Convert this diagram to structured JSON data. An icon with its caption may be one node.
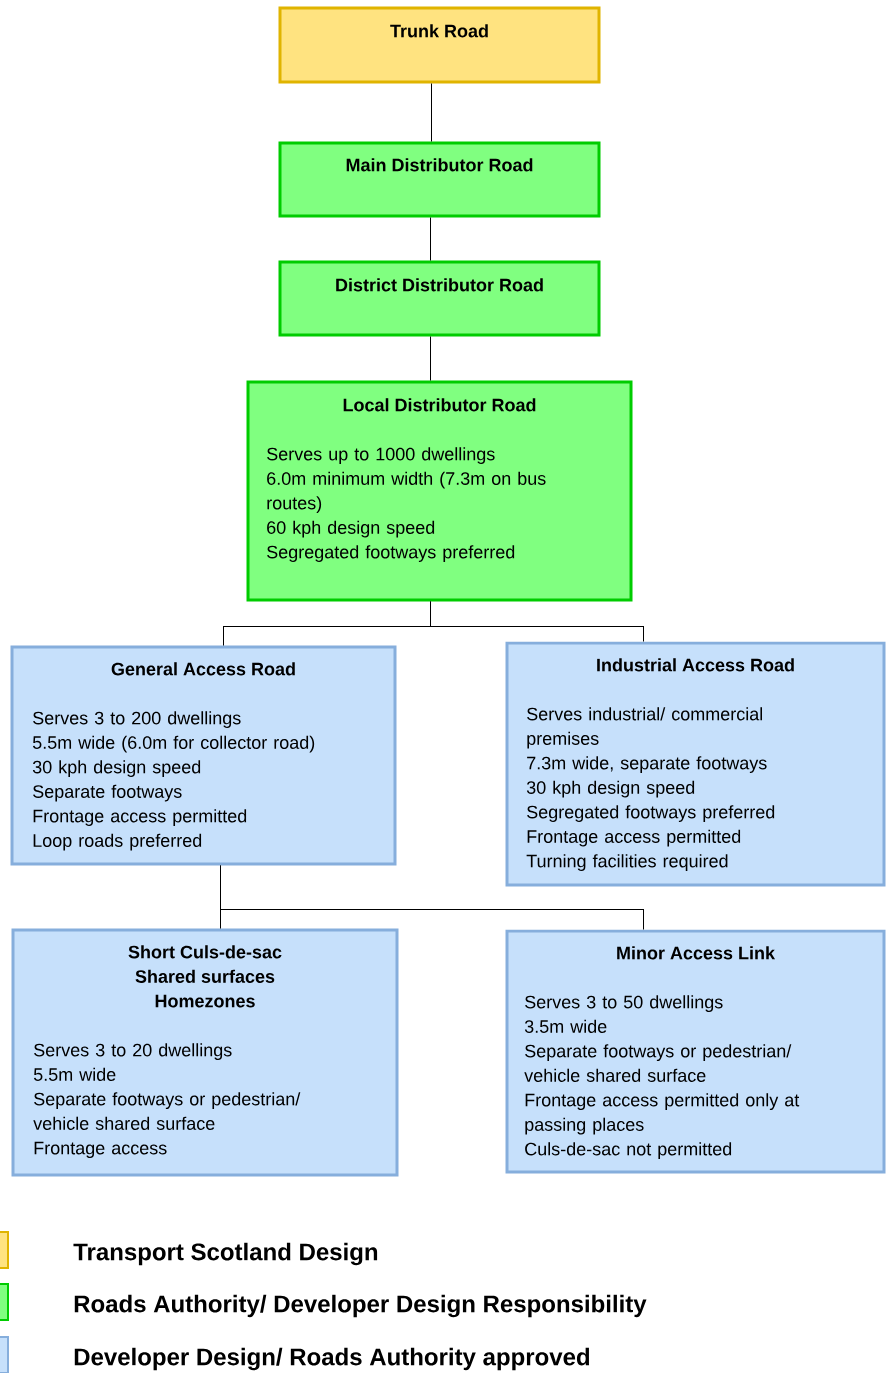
{
  "diagram": {
    "nodes": [
      {
        "text": [
          "Trunk Road"
        ]
      },
      {
        "text": [
          "Main Distributor Road"
        ]
      },
      {
        "text": [
          "District Distributor Road"
        ]
      },
      {
        "text": [
          "Local Distributor Road",
          "Serves up to 1000 dwellings",
          "6.0m minimum width (7.3m on bus routes)",
          "60 kph design speed",
          "Segregated footways preferred"
        ]
      },
      {
        "text": [
          "General Access Road",
          "Serves 3 to 200 dwellings",
          "5.5m wide (6.0m for collector road)",
          "30 kph design speed",
          "Separate footways",
          "Frontage access permitted",
          "Loop roads preferred"
        ]
      },
      {
        "text": [
          "Industrial Access Road",
          "Serves industrial/ commercial premises",
          "7.3m wide, separate footways",
          "30 kph design speed",
          "Segregated footways preferred",
          "Frontage access permitted",
          "Turning facilities required"
        ]
      },
      {
        "text": [
          "Short Culs-de-sac",
          "Shared surfaces",
          "Homezones",
          "Serves 3 to 20 dwellings",
          "5.5m wide",
          "Separate footways or pedestrian/ vehicle shared surface",
          "Frontage access"
        ]
      },
      {
        "text": [
          "Minor Access Link",
          "Serves 3 to 50 dwellings",
          "3.5m wide",
          "Separate footways or pedestrian/ vehicle shared surface",
          "Frontage access permitted only at passing places",
          "Culs-de-sac not permitted"
        ]
      }
    ],
    "edges": [
      {
        "from": 0,
        "to": 1,
        "arrow": "none"
      },
      {
        "from": 1,
        "to": 2,
        "arrow": "none"
      },
      {
        "from": 2,
        "to": 3,
        "arrow": "none"
      },
      {
        "from": 3,
        "to": 4,
        "arrow": "none"
      },
      {
        "from": 3,
        "to": 5,
        "arrow": "none"
      },
      {
        "from": 4,
        "to": 6,
        "arrow": "none"
      },
      {
        "from": 4,
        "to": 7,
        "arrow": "none"
      }
    ],
    "legend": [
      {
        "text": "Transport Scotland Design",
        "color": "#ffe380"
      },
      {
        "text": "Roads Authority/ Developer Design Responsibility",
        "color": "#80ff80"
      },
      {
        "text": "Developer Design/ Roads Authority approved",
        "color": "#c6e0fb"
      }
    ]
  }
}
